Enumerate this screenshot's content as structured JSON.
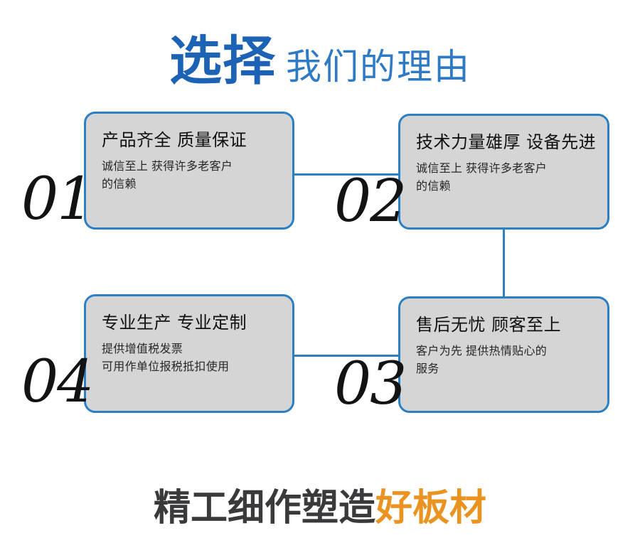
{
  "header": {
    "title_strong": "选择",
    "title_light": "我们的理由",
    "color_strong": "#1c63b5",
    "color_light": "#2f7ac4"
  },
  "theme": {
    "accent_blue": "#2b7fc3",
    "card_fill": "#d5d5d5",
    "title_blue": "#1c63b5",
    "accent_orange": "#ea9320",
    "text_dark": "#101010"
  },
  "cards": [
    {
      "number": "01",
      "title": "产品齐全 质量保证",
      "body_lines": [
        "诚信至上 获得许多老客户",
        "的信赖"
      ]
    },
    {
      "number": "02",
      "title": "技术力量雄厚 设备先进",
      "body_lines": [
        "诚信至上 获得许多老客户",
        "的信赖"
      ]
    },
    {
      "number": "03",
      "title": "售后无忧 顾客至上",
      "body_lines": [
        "客户为先 提供热情贴心的",
        "服务"
      ]
    },
    {
      "number": "04",
      "title": "专业生产 专业定制",
      "body_lines": [
        "提供增值税发票",
        "可用作单位报税抵扣使用"
      ]
    }
  ],
  "footer": {
    "text_dark": "精工细作塑造",
    "text_accent": "好板材"
  }
}
